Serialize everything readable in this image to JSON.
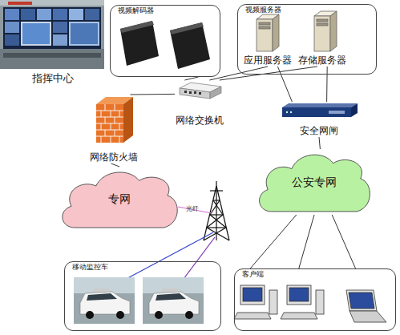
{
  "diagram": {
    "nodes": [
      {
        "text": [
          "指挥中心"
        ]
      },
      {
        "text": [
          "视频解码器"
        ]
      },
      {
        "text": [
          "视频服务器"
        ]
      },
      {
        "text": [
          "应用服务器"
        ],
        "in": 2
      },
      {
        "text": [
          "存储服务器"
        ],
        "in": 2
      },
      {
        "text": [
          "网络交换机"
        ]
      },
      {
        "text": [
          "网络防火墙"
        ]
      },
      {
        "text": [
          "安全网闸"
        ]
      },
      {
        "text": [
          "专网"
        ]
      },
      {
        "text": [
          "公安专网"
        ]
      },
      {
        "text": [
          "移动监控车"
        ]
      },
      {
        "text": [
          "客户端"
        ]
      }
    ],
    "edges": [
      {
        "from": 5,
        "to": 1,
        "arrow": "none"
      },
      {
        "from": 5,
        "to": 3,
        "arrow": "none"
      },
      {
        "from": 5,
        "to": 4,
        "arrow": "none"
      },
      {
        "from": 5,
        "to": 6,
        "arrow": "none"
      },
      {
        "from": 7,
        "to": 3,
        "arrow": "none"
      },
      {
        "from": 7,
        "to": 4,
        "arrow": "none"
      },
      {
        "from": 7,
        "to": 9,
        "arrow": "none"
      },
      {
        "from": 6,
        "to": 8,
        "arrow": "none"
      },
      {
        "from": 9,
        "to": 11,
        "arrow": "none"
      },
      {
        "from": 9,
        "to": 11,
        "arrow": "none"
      },
      {
        "from": 9,
        "to": 11,
        "arrow": "none"
      }
    ],
    "labels": [
      "光纤"
    ]
  }
}
